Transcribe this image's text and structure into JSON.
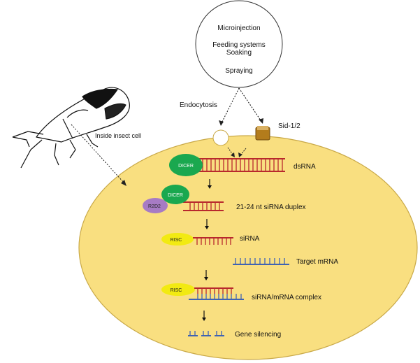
{
  "delivery_methods": [
    "Microinjection",
    "Feeding systems",
    "Soaking",
    "Spraying"
  ],
  "uptake": {
    "endocytosis": "Endocytosis",
    "transporter": "Sid-1/2"
  },
  "insect_label": "Inside insect cell",
  "enzymes": {
    "dicer": "DICER",
    "r2d2": "R2D2",
    "risc": "RISC"
  },
  "steps": {
    "dsrna": "dsRNA",
    "duplex": "21-24 nt siRNA duplex",
    "sirna": "siRNA",
    "target": "Target mRNA",
    "complex": "siRNA/mRNA complex",
    "silencing": "Gene silencing"
  },
  "colors": {
    "cell_fill": "#f9df80",
    "cell_stroke": "#c9a948",
    "dicer": "#1aa84f",
    "r2d2": "#a77bc4",
    "risc": "#f2ea12",
    "rna_red": "#b8282d",
    "rna_blue": "#3f63b3",
    "transporter": "#b37c1c"
  }
}
